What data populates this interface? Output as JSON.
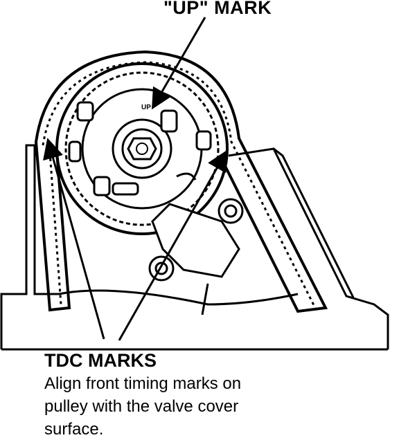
{
  "labels": {
    "up_mark": "\"UP\" MARK",
    "up_small": "UP",
    "tdc_title": "TDC MARKS",
    "caption_lines": [
      "Align front timing marks on",
      "pulley with the valve cover",
      "surface."
    ]
  },
  "colors": {
    "ink": "#000000",
    "paper": "#ffffff"
  }
}
